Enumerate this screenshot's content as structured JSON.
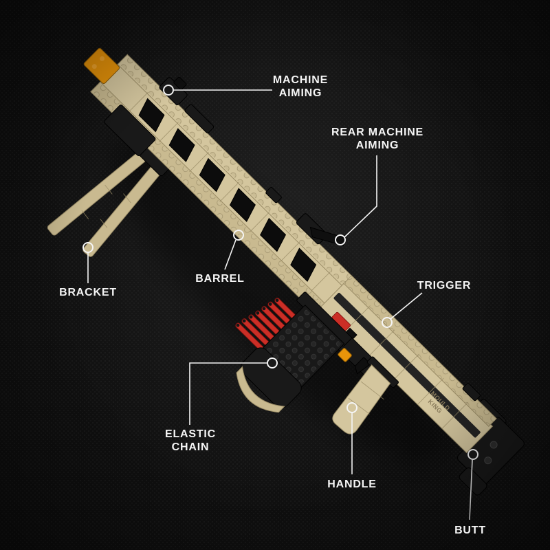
{
  "palette": {
    "background": "#101010",
    "line": "#f5f5f5",
    "label_text": "#f5f5f5",
    "tan": "#d4c69e",
    "tan2": "#c9ba90",
    "tan_edge": "#9a8c66",
    "black_part": "#191919",
    "orange": "#e8940a",
    "red": "#cb2e26"
  },
  "callouts": {
    "machine_aiming": {
      "lines": [
        "MACHINE",
        "AIMING"
      ]
    },
    "rear_machine_aiming": {
      "lines": [
        "REAR MACHINE",
        "AIMING"
      ]
    },
    "barrel": {
      "lines": [
        "BARREL"
      ]
    },
    "bracket": {
      "lines": [
        "BRACKET"
      ]
    },
    "trigger": {
      "lines": [
        "TRIGGER"
      ]
    },
    "elastic_chain": {
      "lines": [
        "ELASTIC",
        "CHAIN"
      ]
    },
    "handle": {
      "lines": [
        "HANDLE"
      ]
    },
    "butt": {
      "lines": [
        "BUTT"
      ]
    }
  },
  "model_markings": {
    "brand_line1": "MOULD",
    "brand_line2": "KING"
  }
}
